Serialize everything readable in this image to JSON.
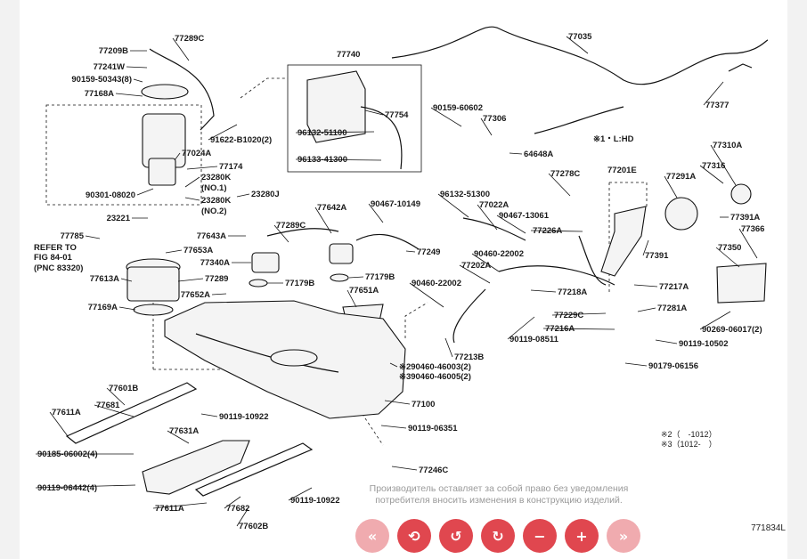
{
  "diagram": {
    "labels": [
      "77209B",
      "77289C",
      "77241W",
      "90159-50343(8)",
      "77168A",
      "77024A",
      "77174",
      "23280K",
      "(NO.1)",
      "23280K",
      "(NO.2)",
      "23280J",
      "90301-08020",
      "23221",
      "77785",
      "REFER TO",
      "FIG 84-01",
      "(PNC 83320)",
      "77653A",
      "77613A",
      "77289",
      "77169A",
      "77652A",
      "77643A",
      "77340A",
      "77289C",
      "77642A",
      "77179B",
      "77179B",
      "77651A",
      "77740",
      "77754",
      "96132-51100",
      "96133-41300",
      "91622-B1020(2)",
      "90467-10149",
      "77249",
      "77035",
      "77377",
      "90159-60602",
      "77306",
      "64648A",
      "※1・L:HD",
      "96132-51300",
      "77022A",
      "90467-13061",
      "77278C",
      "77201E",
      "77291A",
      "77316",
      "77310A",
      "77391A",
      "77366",
      "77391",
      "77226A",
      "90460-22002",
      "77202A",
      "90460-22002",
      "77218A",
      "77217A",
      "77350",
      "90269-06017(2)",
      "77229C",
      "77281A",
      "77216A",
      "90119-08511",
      "90119-10502",
      "90179-06156",
      "77213B",
      "※290460-46003(2)",
      "※390460-46005(2)",
      "77100",
      "77601B",
      "77611A",
      "77681",
      "90119-10922",
      "77631A",
      "90119-06351",
      "90185-06002(4)",
      "90119-06442(4)",
      "77246C",
      "77611A",
      "77682",
      "77602B",
      "90119-10922",
      "※2（　-1012）",
      "※3（1012-　）"
    ],
    "disclaimer": [
      "Производитель оставляет за собой право без уведомления",
      "потребителя вносить изменения в конструкцию изделий."
    ],
    "diagram_code": "771834L"
  },
  "toolbar": [
    {
      "icon": "rewind-icon",
      "glyph": "«"
    },
    {
      "icon": "refresh-icon",
      "glyph": "⟲"
    },
    {
      "icon": "rotate-left-icon",
      "glyph": "↺"
    },
    {
      "icon": "rotate-right-icon",
      "glyph": "↻"
    },
    {
      "icon": "zoom-out-icon",
      "glyph": "−"
    },
    {
      "icon": "zoom-in-icon",
      "glyph": "+"
    },
    {
      "icon": "fast-forward-icon",
      "glyph": "»"
    }
  ]
}
